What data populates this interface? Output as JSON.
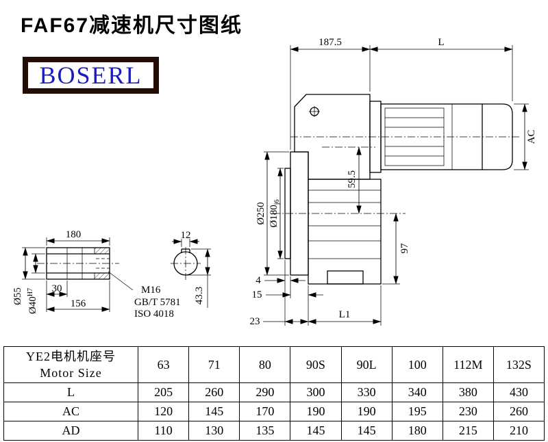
{
  "page": {
    "title": "FAF67减速机尺寸图纸",
    "brand": "BOSERL"
  },
  "drawing": {
    "main_view": {
      "dim_187_5": "187.5",
      "dim_L": "L",
      "dim_AC": "AC",
      "dim_flange_dia": "Ø250",
      "dim_spigot_dia": "Ø180",
      "dim_spigot_fit": "j6",
      "dim_59_5": "59.5",
      "dim_97": "97",
      "dim_4": "4",
      "dim_15": "15",
      "dim_23": "23",
      "dim_L1": "L1"
    },
    "shaft_detail": {
      "dim_180": "180",
      "dim_dia55": "Ø55",
      "dim_dia40": "Ø40",
      "dim_dia40_fit": "H7",
      "dim_30": "30",
      "dim_156": "156",
      "note_thread": "M16",
      "note_std1": "GB/T 5781",
      "note_std2": "ISO 4018"
    },
    "keyway_view": {
      "dim_12": "12",
      "dim_43_3": "43.3"
    }
  },
  "table": {
    "header_row": {
      "cn": "YE2电机机座号",
      "en": "Motor Size"
    },
    "columns": [
      "63",
      "71",
      "80",
      "90S",
      "90L",
      "100",
      "112M",
      "132S"
    ],
    "rows": [
      {
        "label": "L",
        "values": [
          "205",
          "260",
          "290",
          "300",
          "330",
          "340",
          "380",
          "430"
        ]
      },
      {
        "label": "AC",
        "values": [
          "120",
          "145",
          "170",
          "190",
          "190",
          "195",
          "230",
          "260"
        ]
      },
      {
        "label": "AD",
        "values": [
          "110",
          "130",
          "135",
          "145",
          "145",
          "180",
          "215",
          "210"
        ]
      }
    ]
  }
}
